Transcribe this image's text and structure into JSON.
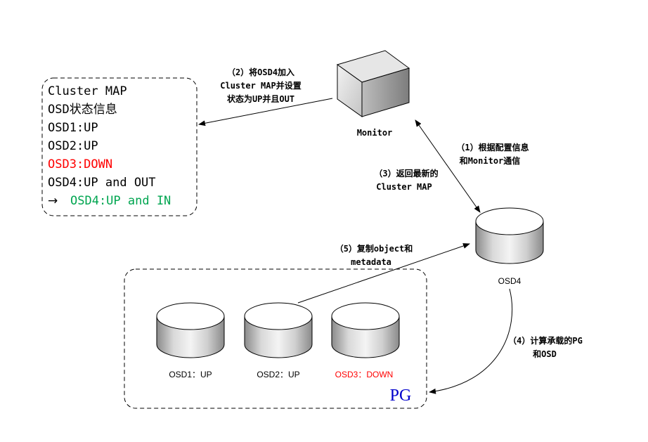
{
  "cluster_map": {
    "lines": [
      {
        "text": "Cluster MAP",
        "color": "#000000"
      },
      {
        "text": "OSD状态信息",
        "color": "#000000"
      },
      {
        "text": "OSD1:UP",
        "color": "#000000"
      },
      {
        "text": "OSD2:UP",
        "color": "#000000"
      },
      {
        "text": "OSD3:DOWN",
        "color": "#ff0000"
      },
      {
        "text": "OSD4:UP and OUT",
        "color": "#000000"
      },
      {
        "text": "OSD4:UP and IN",
        "color": "#00a550",
        "arrow": "→"
      }
    ]
  },
  "monitor": {
    "label": "Monitor"
  },
  "osd4": {
    "label": "OSD4"
  },
  "pg": {
    "label": "PG",
    "label_color": "#0000cc",
    "disks": [
      {
        "label": "OSD1：UP",
        "color": "#000000"
      },
      {
        "label": "OSD2：UP",
        "color": "#000000"
      },
      {
        "label": "OSD3：DOWN",
        "color": "#ff0000"
      }
    ]
  },
  "steps": {
    "step2": [
      "（2）将OSD4加入",
      "Cluster MAP并设置",
      "状态为UP并且OUT"
    ],
    "step1": [
      "（1）根据配置信息",
      "和Monitor通信"
    ],
    "step3": [
      "（3）返回最新的",
      "Cluster MAP"
    ],
    "step5": [
      "（5）复制object和",
      "metadata"
    ],
    "step4": [
      "（4）计算承载的PG",
      "和OSD"
    ]
  }
}
